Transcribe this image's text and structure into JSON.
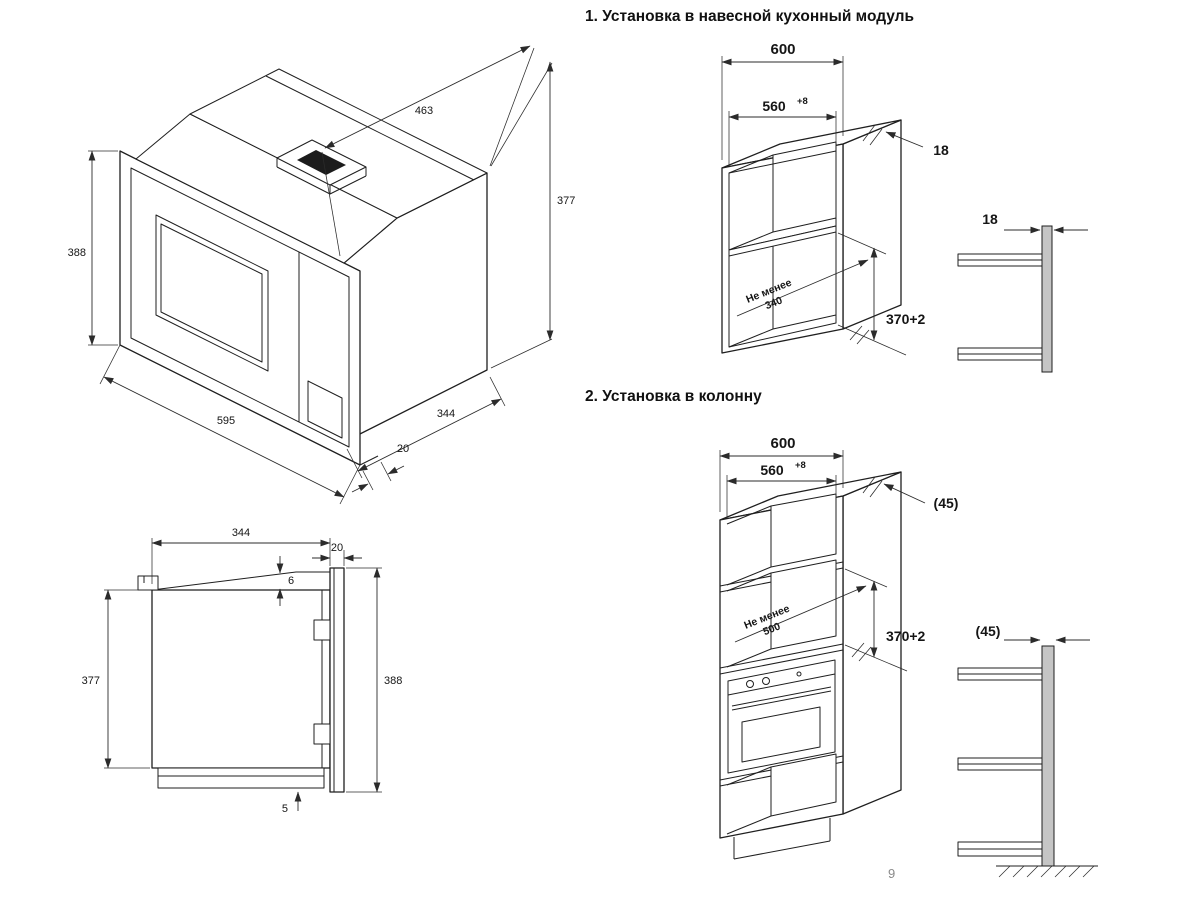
{
  "page": {
    "number": "9"
  },
  "sections": [
    {
      "title": "1. Установка в навесной кухонный модуль"
    },
    {
      "title": "2. Установка в колонну"
    }
  ],
  "microwave_iso": {
    "dims": {
      "top_depth": "463",
      "body_height": "377",
      "frame_height": "388",
      "front_width": "595",
      "frame_gap": "20",
      "body_depth": "344"
    }
  },
  "microwave_side": {
    "dims": {
      "body_depth": "344",
      "frame_gap": "20",
      "top_step": "6",
      "body_height": "377",
      "frame_height": "388",
      "bottom_gap": "5"
    }
  },
  "wall_module": {
    "dims": {
      "outer_width": "600",
      "inner_width": "560",
      "inner_width_tol": "+8",
      "panel_thickness": "18",
      "niche_height": "370+2",
      "min_depth_line1": "Не менее",
      "min_depth_line2": "340",
      "detail_panel_thickness": "18"
    }
  },
  "column": {
    "dims": {
      "outer_width": "600",
      "inner_width": "560",
      "inner_width_tol": "+8",
      "panel_thickness": "(45)",
      "niche_height": "370+2",
      "min_depth_line1": "Не менее",
      "min_depth_line2": "500",
      "detail_panel_thickness": "(45)"
    }
  }
}
